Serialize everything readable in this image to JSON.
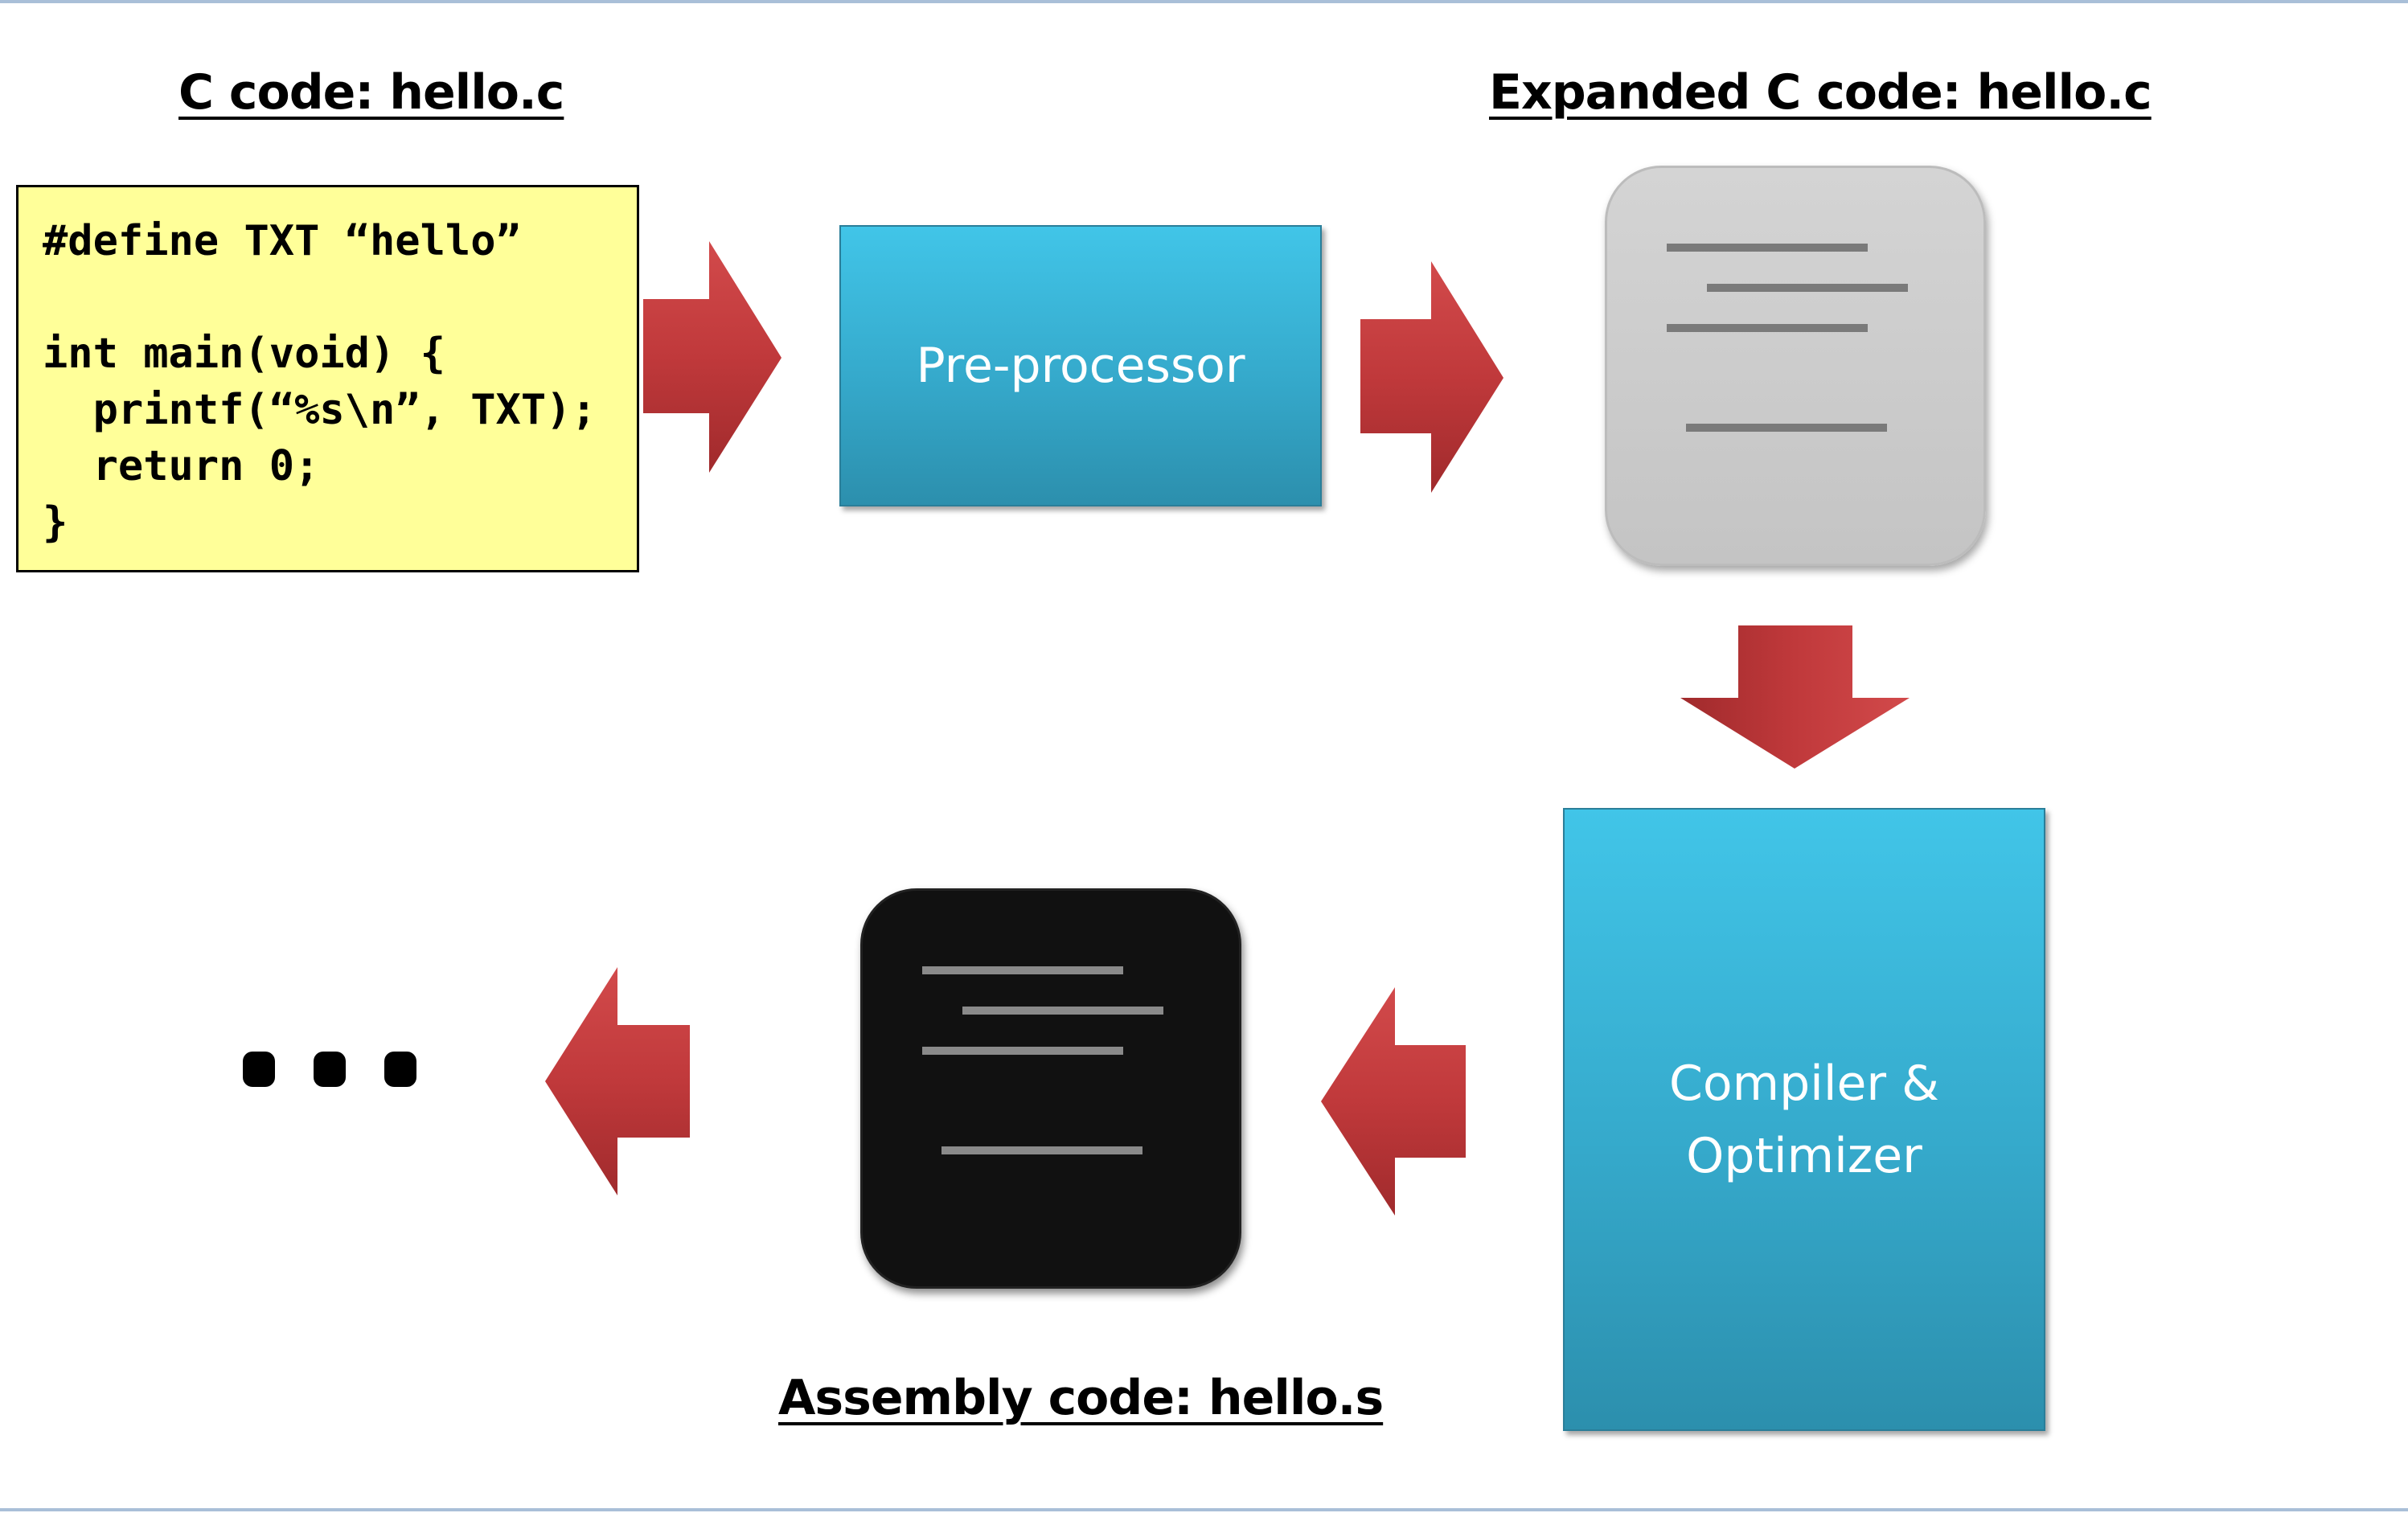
{
  "headings": {
    "c_code": "C code: hello.c",
    "expanded": "Expanded C code: hello.c",
    "assembly": "Assembly code: hello.s"
  },
  "code_lines": [
    "#define TXT “hello”",
    "",
    "int main(void) {",
    "  printf(“%s\\n”, TXT);",
    "  return 0;",
    "}"
  ],
  "boxes": {
    "preprocessor": "Pre-processor",
    "compiler_line1": "Compiler &",
    "compiler_line2": "Optimizer"
  },
  "colors": {
    "code_background": "#ffff99",
    "process_blue": "#3bb8dc",
    "arrow_red": "#c0393b",
    "expanded_doc": "#cccccc",
    "assembly_doc": "#111111"
  },
  "icons": {
    "expanded_doc": "document-lines-icon",
    "assembly_doc": "document-lines-icon",
    "continuation": "ellipsis-icon"
  }
}
